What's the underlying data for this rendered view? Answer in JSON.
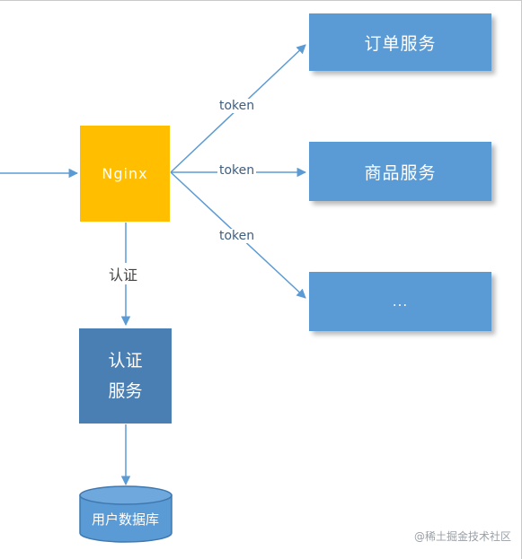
{
  "nodes": {
    "nginx": "Nginx",
    "order_service": "订单服务",
    "product_service": "商品服务",
    "other_service": "...",
    "auth_service_line1": "认证",
    "auth_service_line2": "服务",
    "user_db": "用户数据库"
  },
  "edges": {
    "token_1": "token",
    "token_2": "token",
    "token_3": "token",
    "auth": "认证"
  },
  "watermark": "@稀土掘金技术社区",
  "colors": {
    "service_box": "#5b9bd5",
    "nginx_box": "#ffbf00",
    "auth_box": "#4a7fb4",
    "db": "#5b9bd5",
    "arrow": "#5b9bd5"
  }
}
